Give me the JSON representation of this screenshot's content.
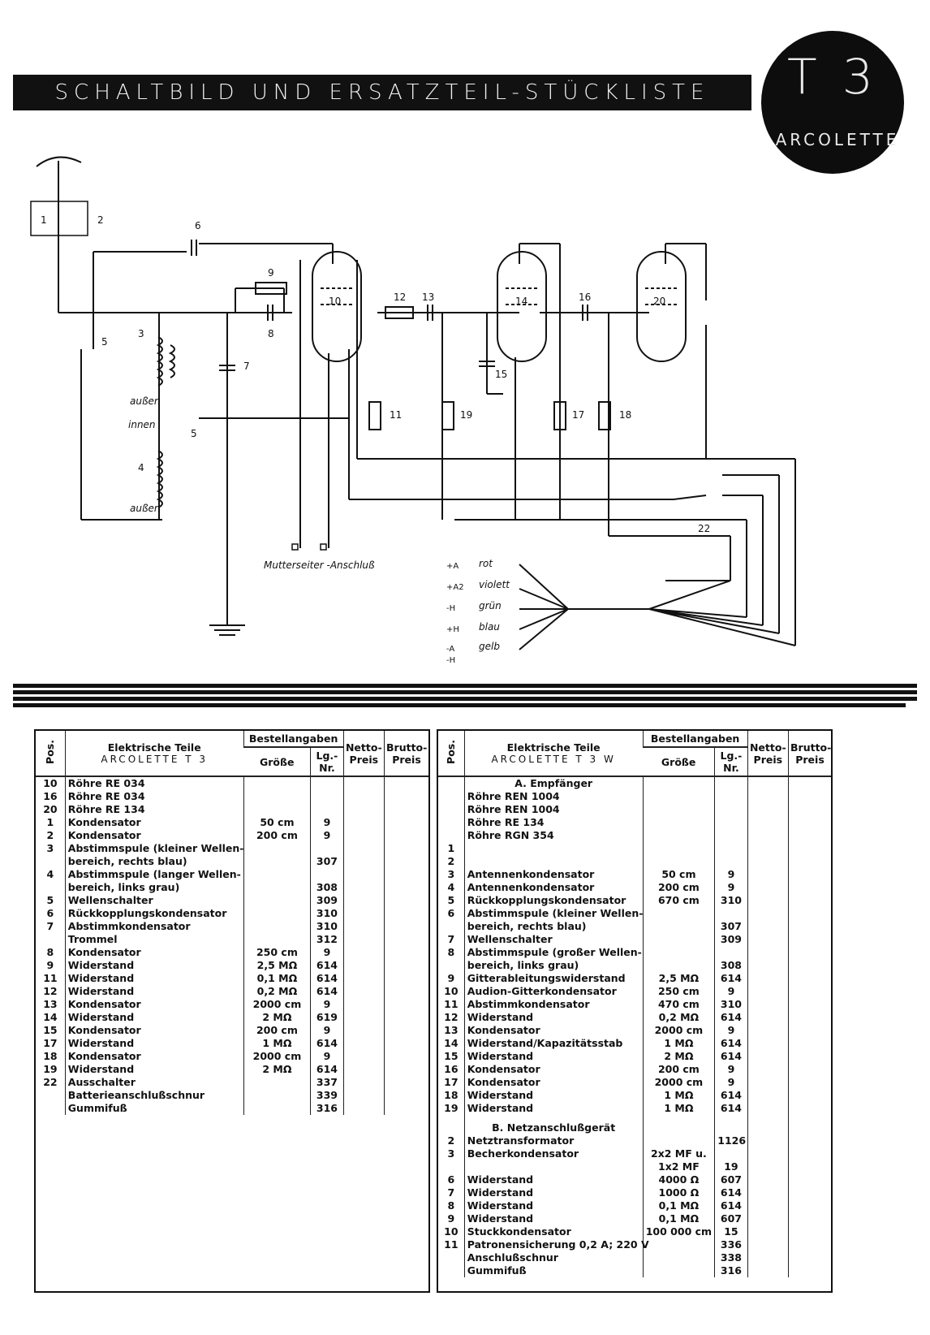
{
  "header": {
    "title": "SCHALTBILD UND ERSATZTEIL-STÜCKLISTE",
    "model": "T 3",
    "brand": "ARCOLETTE"
  },
  "schematic": {
    "part_numbers": [
      "1",
      "2",
      "6",
      "9",
      "8",
      "3",
      "5",
      "7",
      "10",
      "4",
      "5",
      "12",
      "13",
      "14",
      "15",
      "16",
      "17",
      "11",
      "19",
      "18",
      "20",
      "22"
    ],
    "coil_labels": [
      "außen",
      "innen",
      "außen"
    ],
    "bottom_label": "Mutterseiter -Anschluß",
    "wire_terminals": [
      {
        "pin": "+A",
        "color": "rot"
      },
      {
        "pin": "+A2",
        "color": "violett"
      },
      {
        "pin": "-H",
        "color": "grün"
      },
      {
        "pin": "+H",
        "color": "blau"
      },
      {
        "pin": "-A",
        "color": "gelb"
      },
      {
        "pin": "-H",
        "color": ""
      }
    ]
  },
  "left_table": {
    "headers": {
      "pos": "Pos.",
      "desc": "Elektrische Teile",
      "subtitle": "ARCOLETTE T 3",
      "group": "Bestellangaben",
      "size": "Größe",
      "lgnr": "Lg.-Nr.",
      "netto": "Netto-Preis",
      "brutto": "Brutto-Preis"
    },
    "rows": [
      {
        "pos": "10",
        "desc": "Röhre RE 034",
        "size": "",
        "lg": ""
      },
      {
        "pos": "16",
        "desc": "Röhre RE 034",
        "size": "",
        "lg": ""
      },
      {
        "pos": "20",
        "desc": "Röhre RE 134",
        "size": "",
        "lg": ""
      },
      {
        "pos": "1",
        "desc": "Kondensator",
        "size": "50 cm",
        "lg": "9"
      },
      {
        "pos": "2",
        "desc": "Kondensator",
        "size": "200 cm",
        "lg": "9"
      },
      {
        "pos": "3",
        "desc": "Abstimmspule (kleiner Wellen-",
        "size": "",
        "lg": ""
      },
      {
        "pos": "",
        "desc": "bereich, rechts blau)",
        "size": "",
        "lg": "307"
      },
      {
        "pos": "4",
        "desc": "Abstimmspule (langer Wellen-",
        "size": "",
        "lg": ""
      },
      {
        "pos": "",
        "desc": "bereich, links grau)",
        "size": "",
        "lg": "308"
      },
      {
        "pos": "5",
        "desc": "Wellenschalter",
        "size": "",
        "lg": "309"
      },
      {
        "pos": "6",
        "desc": "Rückkopplungskondensator",
        "size": "",
        "lg": "310"
      },
      {
        "pos": "7",
        "desc": "Abstimmkondensator",
        "size": "",
        "lg": "310"
      },
      {
        "pos": "",
        "desc": "Trommel",
        "size": "",
        "lg": "312"
      },
      {
        "pos": "8",
        "desc": "Kondensator",
        "size": "250 cm",
        "lg": "9"
      },
      {
        "pos": "9",
        "desc": "Widerstand",
        "size": "2,5 MΩ",
        "lg": "614"
      },
      {
        "pos": "11",
        "desc": "Widerstand",
        "size": "0,1 MΩ",
        "lg": "614"
      },
      {
        "pos": "12",
        "desc": "Widerstand",
        "size": "0,2 MΩ",
        "lg": "614"
      },
      {
        "pos": "13",
        "desc": "Kondensator",
        "size": "2000 cm",
        "lg": "9"
      },
      {
        "pos": "14",
        "desc": "Widerstand",
        "size": "2 MΩ",
        "lg": "619"
      },
      {
        "pos": "15",
        "desc": "Kondensator",
        "size": "200 cm",
        "lg": "9"
      },
      {
        "pos": "17",
        "desc": "Widerstand",
        "size": "1 MΩ",
        "lg": "614"
      },
      {
        "pos": "18",
        "desc": "Kondensator",
        "size": "2000 cm",
        "lg": "9"
      },
      {
        "pos": "19",
        "desc": "Widerstand",
        "size": "2 MΩ",
        "lg": "614"
      },
      {
        "pos": "22",
        "desc": "Ausschalter",
        "size": "",
        "lg": "337"
      },
      {
        "pos": "",
        "desc": "Batterieanschlußschnur",
        "size": "",
        "lg": "339"
      },
      {
        "pos": "",
        "desc": "Gummifuß",
        "size": "",
        "lg": "316"
      }
    ]
  },
  "right_table": {
    "headers": {
      "pos": "Pos.",
      "desc": "Elektrische Teile",
      "subtitle": "ARCOLETTE T 3 W",
      "group": "Bestellangaben",
      "size": "Größe",
      "lgnr": "Lg.-Nr.",
      "netto": "Netto-Preis",
      "brutto": "Brutto-Preis"
    },
    "rows": [
      {
        "pos": "",
        "desc": "A. Empfänger",
        "size": "",
        "lg": "",
        "section": true
      },
      {
        "pos": "",
        "desc": "Röhre REN 1004",
        "size": "",
        "lg": ""
      },
      {
        "pos": "",
        "desc": "Röhre REN 1004",
        "size": "",
        "lg": ""
      },
      {
        "pos": "",
        "desc": "Röhre RE 134",
        "size": "",
        "lg": ""
      },
      {
        "pos": "",
        "desc": "Röhre RGN 354",
        "size": "",
        "lg": ""
      },
      {
        "pos": "1",
        "desc": "",
        "size": "",
        "lg": ""
      },
      {
        "pos": "2",
        "desc": "",
        "size": "",
        "lg": ""
      },
      {
        "pos": "3",
        "desc": "Antennenkondensator",
        "size": "50 cm",
        "lg": "9"
      },
      {
        "pos": "4",
        "desc": "Antennenkondensator",
        "size": "200 cm",
        "lg": "9"
      },
      {
        "pos": "5",
        "desc": "Rückkopplungskondensator",
        "size": "670 cm",
        "lg": "310"
      },
      {
        "pos": "6",
        "desc": "Abstimmspule (kleiner Wellen-",
        "size": "",
        "lg": ""
      },
      {
        "pos": "",
        "desc": "bereich, rechts blau)",
        "size": "",
        "lg": "307"
      },
      {
        "pos": "7",
        "desc": "Wellenschalter",
        "size": "",
        "lg": "309"
      },
      {
        "pos": "8",
        "desc": "Abstimmspule (großer Wellen-",
        "size": "",
        "lg": ""
      },
      {
        "pos": "",
        "desc": "bereich, links grau)",
        "size": "",
        "lg": "308"
      },
      {
        "pos": "9",
        "desc": "Gitterableitungswiderstand",
        "size": "2,5 MΩ",
        "lg": "614"
      },
      {
        "pos": "10",
        "desc": "Audion-Gitterkondensator",
        "size": "250 cm",
        "lg": "9"
      },
      {
        "pos": "11",
        "desc": "Abstimmkondensator",
        "size": "470 cm",
        "lg": "310"
      },
      {
        "pos": "12",
        "desc": "Widerstand",
        "size": "0,2 MΩ",
        "lg": "614"
      },
      {
        "pos": "13",
        "desc": "Kondensator",
        "size": "2000 cm",
        "lg": "9"
      },
      {
        "pos": "14",
        "desc": "Widerstand/Kapazitätsstab",
        "size": "1 MΩ",
        "lg": "614"
      },
      {
        "pos": "15",
        "desc": "Widerstand",
        "size": "2 MΩ",
        "lg": "614"
      },
      {
        "pos": "16",
        "desc": "Kondensator",
        "size": "200 cm",
        "lg": "9"
      },
      {
        "pos": "17",
        "desc": "Kondensator",
        "size": "2000 cm",
        "lg": "9"
      },
      {
        "pos": "18",
        "desc": "Widerstand",
        "size": "1 MΩ",
        "lg": "614"
      },
      {
        "pos": "19",
        "desc": "Widerstand",
        "size": "1 MΩ",
        "lg": "614"
      },
      {
        "pos": "",
        "desc": "",
        "size": "",
        "lg": "",
        "spacer": true
      },
      {
        "pos": "",
        "desc": "B. Netzanschlußgerät",
        "size": "",
        "lg": "",
        "section": true
      },
      {
        "pos": "2",
        "desc": "Netztransformator",
        "size": "",
        "lg": "1126"
      },
      {
        "pos": "3",
        "desc": "Becherkondensator",
        "size": "2x2 MF u.",
        "lg": ""
      },
      {
        "pos": "",
        "desc": "",
        "size": "1x2 MF",
        "lg": "19"
      },
      {
        "pos": "6",
        "desc": "Widerstand",
        "size": "4000 Ω",
        "lg": "607"
      },
      {
        "pos": "7",
        "desc": "Widerstand",
        "size": "1000 Ω",
        "lg": "614"
      },
      {
        "pos": "8",
        "desc": "Widerstand",
        "size": "0,1 MΩ",
        "lg": "614"
      },
      {
        "pos": "9",
        "desc": "Widerstand",
        "size": "0,1 MΩ",
        "lg": "607"
      },
      {
        "pos": "10",
        "desc": "Stuckkondensator",
        "size": "100 000 cm",
        "lg": "15"
      },
      {
        "pos": "11",
        "desc": "Patronensicherung 0,2 A; 220 V",
        "size": "",
        "lg": "336"
      },
      {
        "pos": "",
        "desc": "Anschlußschnur",
        "size": "",
        "lg": "338"
      },
      {
        "pos": "",
        "desc": "Gummifuß",
        "size": "",
        "lg": "316"
      }
    ]
  }
}
